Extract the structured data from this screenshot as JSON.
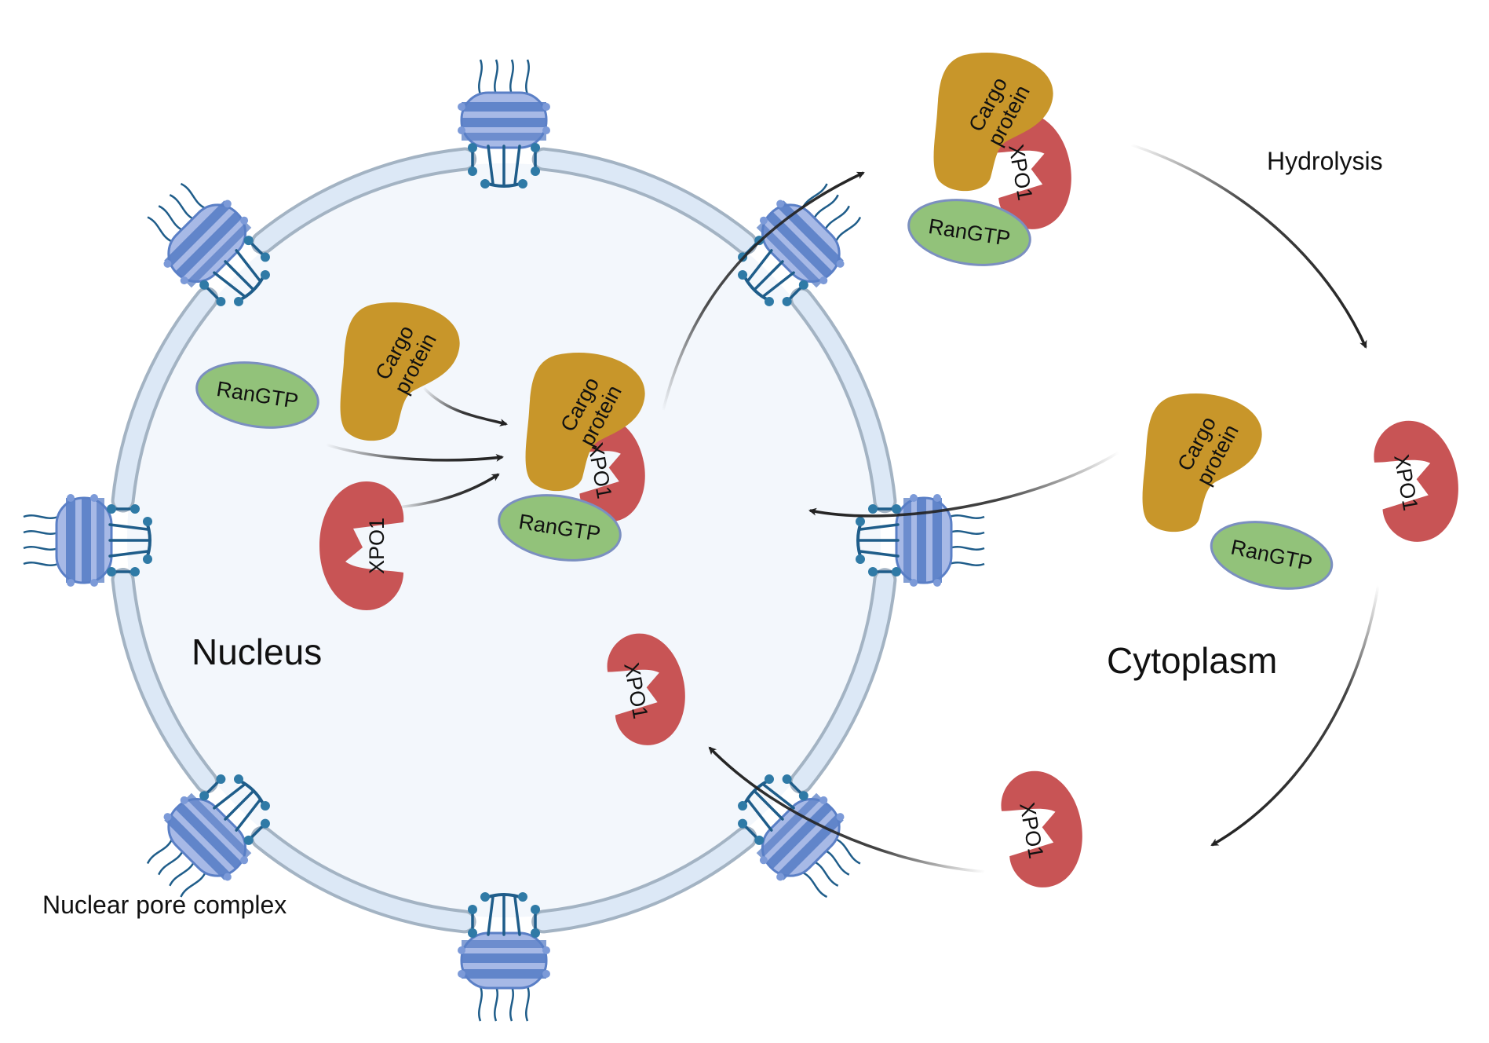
{
  "labels": {
    "nucleus": "Nucleus",
    "cytoplasm": "Cytoplasm",
    "hydrolysis": "Hydrolysis",
    "npc": "Nuclear pore complex"
  },
  "molecules": {
    "cargo_line1": "Cargo",
    "cargo_line2": "protein",
    "ran": "RanGTP",
    "xpo1": "XPO1"
  },
  "colors": {
    "cargo": "#c8962a",
    "xpo1": "#c85455",
    "ran": "#92c27a",
    "ran_outline": "#7b8fc0",
    "nucleus_fill": "#f3f7fc",
    "envelope": "#dce8f6",
    "envelope_outline": "#a3b3c3",
    "pore": "#5a7fc6",
    "pore_dark": "#1f5d8a",
    "arrow": "#222222"
  },
  "icons": {
    "cargo": "cargo-protein-icon",
    "xpo1": "xpo1-exportin-icon",
    "ran": "rangtp-icon",
    "pore": "nuclear-pore-complex-icon"
  }
}
